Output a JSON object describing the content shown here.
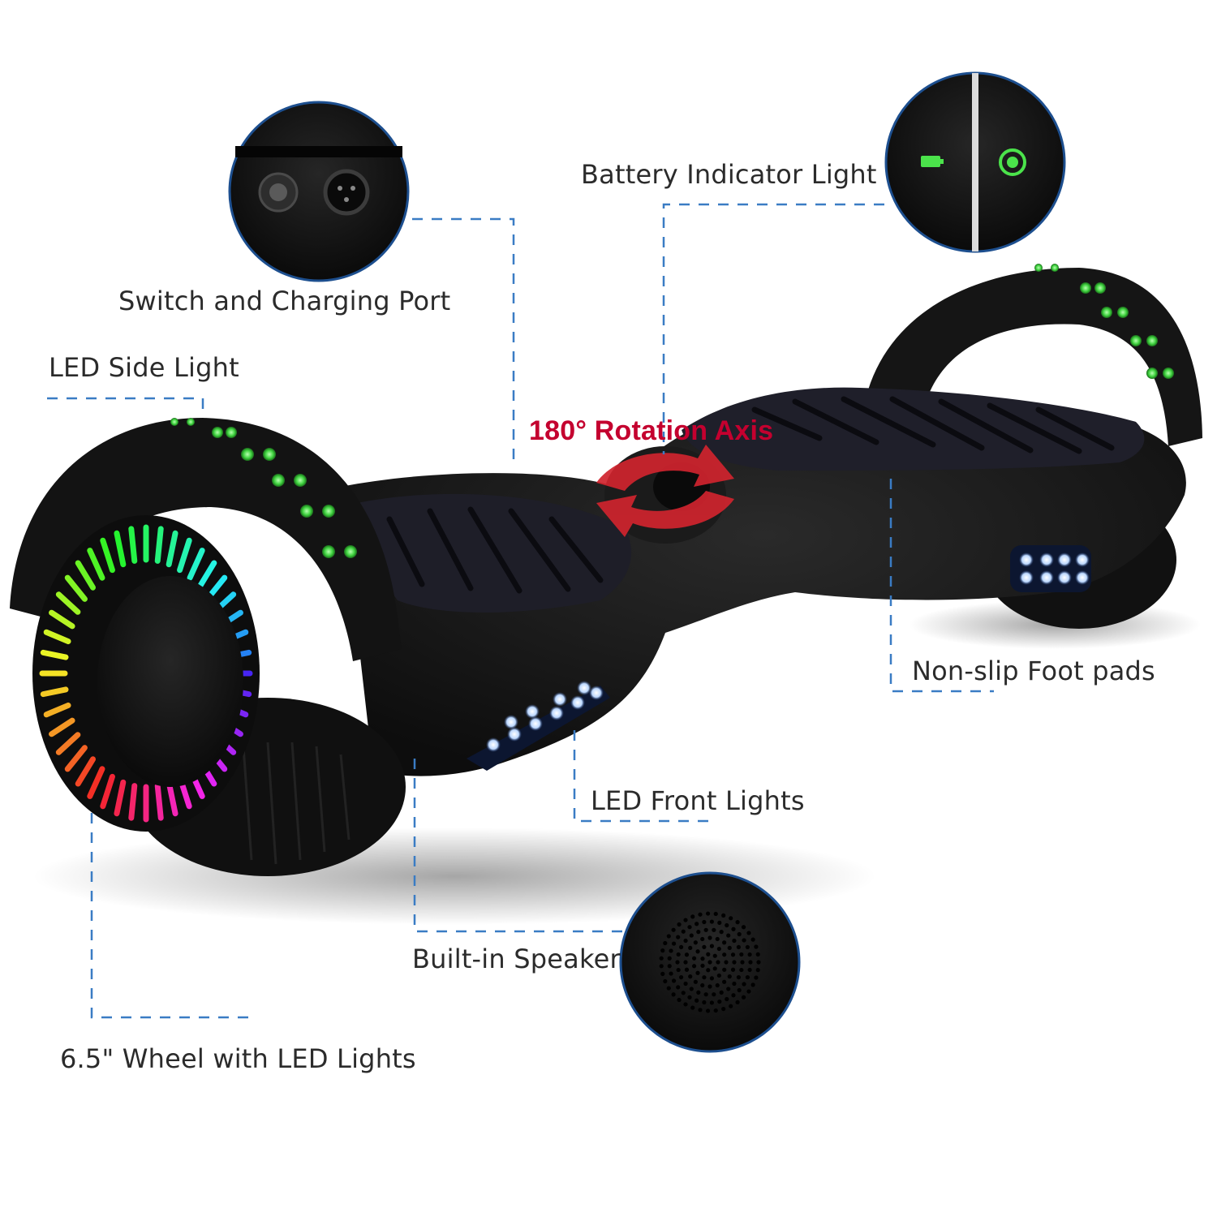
{
  "labels": {
    "battery_indicator": "Battery Indicator Light",
    "switch_charging": "Switch and Charging Port",
    "led_side": "LED Side Light",
    "rotation_axis": "180° Rotation Axis",
    "foot_pads": "Non-slip Foot pads",
    "front_lights": "LED Front Lights",
    "speaker": "Built-in Speaker",
    "wheel": "6.5\" Wheel with LED Lights"
  },
  "colors": {
    "callout_line": "#3a7cc4",
    "rotation_accent": "#c4002f",
    "body": "#141414",
    "led_green": "#46e046",
    "led_blue": "#cfe4ff"
  },
  "icons": {
    "battery": "battery-indicator-icon",
    "power": "power-indicator-icon",
    "rotation": "rotation-arrows-icon"
  }
}
